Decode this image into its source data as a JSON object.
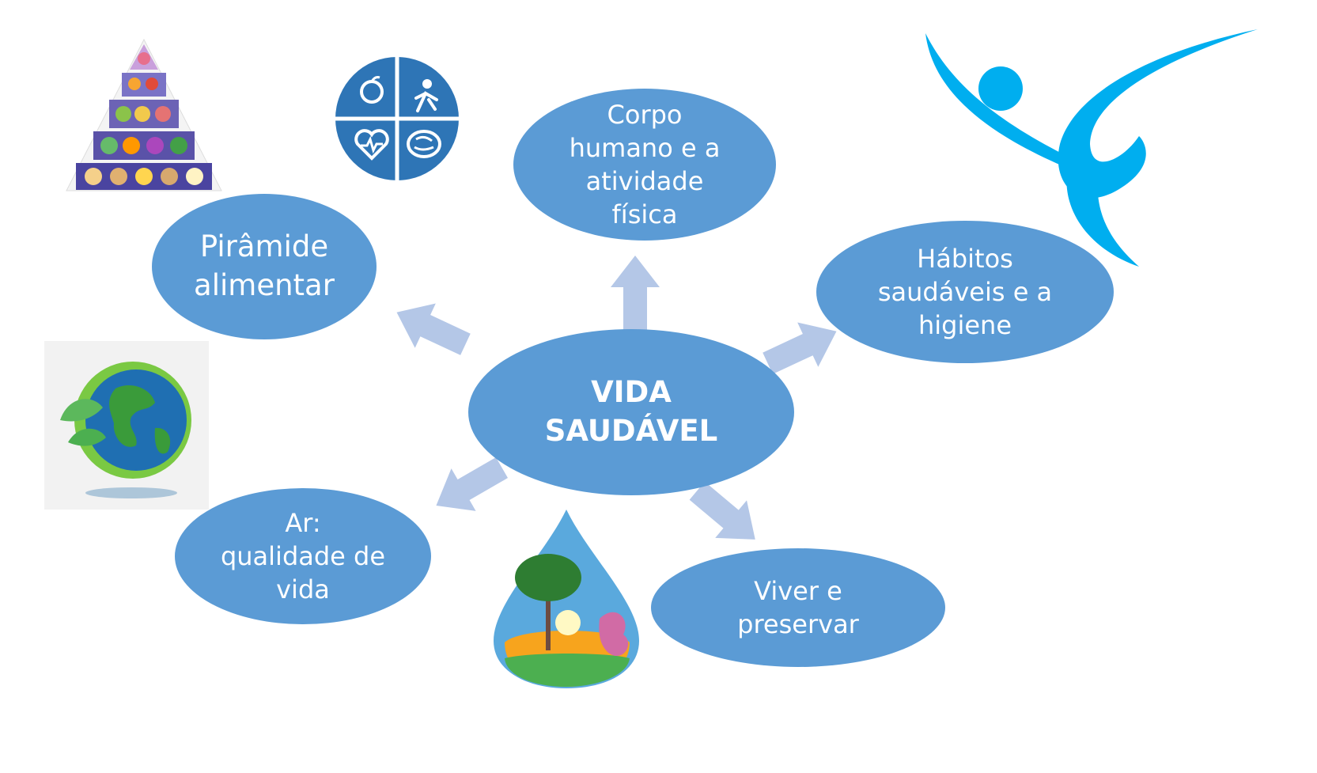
{
  "diagram": {
    "center": {
      "label": "VIDA\nSAUDÁVEL"
    },
    "topics": [
      {
        "id": "corpo",
        "label": "Corpo\nhumano e a\natividade\nfísica"
      },
      {
        "id": "piramide",
        "label": "Pirâmide\nalimentar"
      },
      {
        "id": "habitos",
        "label": "Hábitos\nsaudáveis e a\nhigiene"
      },
      {
        "id": "ar",
        "label": "Ar:\nqualidade de\nvida"
      },
      {
        "id": "viver",
        "label": "Viver e\npreservar"
      }
    ]
  },
  "icons": {
    "food_pyramid": "food-pyramid-icon",
    "health_wheel": "health-wheel-icon",
    "athlete_logo": "athlete-logo-icon",
    "earth": "earth-leaves-icon",
    "water_drop": "water-drop-nature-icon"
  },
  "colors": {
    "node_fill": "#5b9bd5",
    "node_text": "#ffffff",
    "arrow_fill": "#b4c7e7",
    "logo_blue": "#00aeef",
    "wheel_blue": "#2e75b6"
  }
}
